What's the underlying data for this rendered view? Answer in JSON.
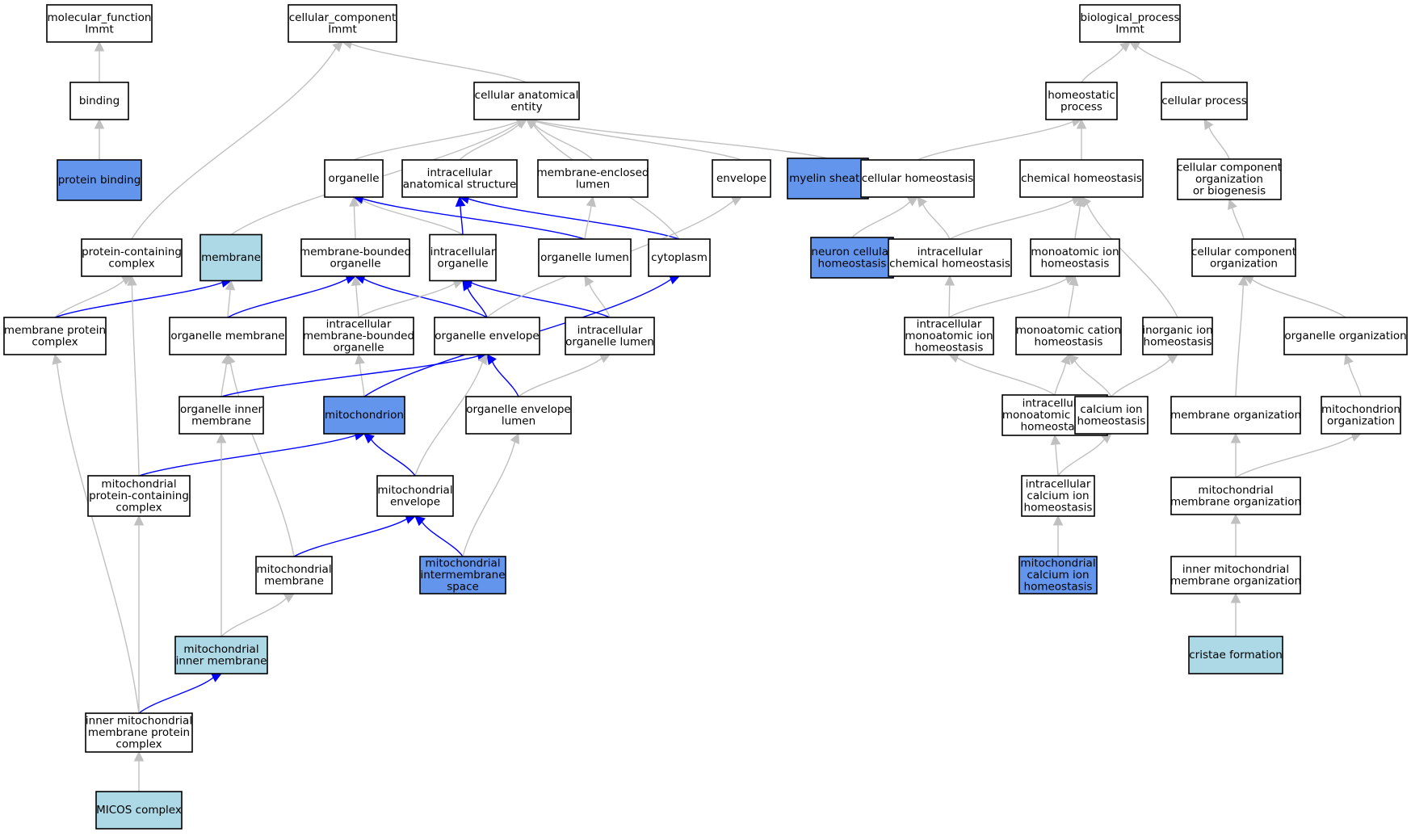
{
  "colors": {
    "white_node": "#ffffff",
    "light_blue_node": "#add8e6",
    "blue_node": "#6495ed",
    "gray_edge": "#c0c0c0",
    "blue_edge": "#0000ff"
  },
  "nodes": {
    "mf_root": {
      "lines": [
        "molecular_function",
        "Immt"
      ],
      "fill": "white"
    },
    "binding": {
      "lines": [
        "binding"
      ],
      "fill": "white"
    },
    "protein_binding": {
      "lines": [
        "protein binding"
      ],
      "fill": "blue"
    },
    "cc_root": {
      "lines": [
        "cellular_component",
        "Immt"
      ],
      "fill": "white"
    },
    "cae": {
      "lines": [
        "cellular anatomical",
        "entity"
      ],
      "fill": "white"
    },
    "organelle": {
      "lines": [
        "organelle"
      ],
      "fill": "white"
    },
    "ias": {
      "lines": [
        "intracellular",
        "anatomical structure"
      ],
      "fill": "white"
    },
    "mel": {
      "lines": [
        "membrane-enclosed",
        "lumen"
      ],
      "fill": "white"
    },
    "envelope": {
      "lines": [
        "envelope"
      ],
      "fill": "white"
    },
    "myelin": {
      "lines": [
        "myelin sheath"
      ],
      "fill": "blue"
    },
    "pcc": {
      "lines": [
        "protein-containing",
        "complex"
      ],
      "fill": "white"
    },
    "membrane": {
      "lines": [
        "membrane"
      ],
      "fill": "lightblue"
    },
    "mbo": {
      "lines": [
        "membrane-bounded",
        "organelle"
      ],
      "fill": "white"
    },
    "io": {
      "lines": [
        "intracellular",
        "organelle"
      ],
      "fill": "white"
    },
    "ol": {
      "lines": [
        "organelle lumen"
      ],
      "fill": "white"
    },
    "cytoplasm": {
      "lines": [
        "cytoplasm"
      ],
      "fill": "white"
    },
    "mpc": {
      "lines": [
        "membrane protein",
        "complex"
      ],
      "fill": "white"
    },
    "om": {
      "lines": [
        "organelle membrane"
      ],
      "fill": "white"
    },
    "imbo": {
      "lines": [
        "intracellular",
        "membrane-bounded",
        "organelle"
      ],
      "fill": "white"
    },
    "oe": {
      "lines": [
        "organelle envelope"
      ],
      "fill": "white"
    },
    "iol": {
      "lines": [
        "intracellular",
        "organelle lumen"
      ],
      "fill": "white"
    },
    "oim": {
      "lines": [
        "organelle inner",
        "membrane"
      ],
      "fill": "white"
    },
    "mito": {
      "lines": [
        "mitochondrion"
      ],
      "fill": "blue"
    },
    "oel": {
      "lines": [
        "organelle envelope",
        "lumen"
      ],
      "fill": "white"
    },
    "mpcc": {
      "lines": [
        "mitochondrial",
        "protein-containing",
        "complex"
      ],
      "fill": "white"
    },
    "menv": {
      "lines": [
        "mitochondrial",
        "envelope"
      ],
      "fill": "white"
    },
    "mmem": {
      "lines": [
        "mitochondrial",
        "membrane"
      ],
      "fill": "white"
    },
    "mis": {
      "lines": [
        "mitochondrial",
        "intermembrane",
        "space"
      ],
      "fill": "blue"
    },
    "mim": {
      "lines": [
        "mitochondrial",
        "inner membrane"
      ],
      "fill": "lightblue"
    },
    "impc": {
      "lines": [
        "inner mitochondrial",
        "membrane protein",
        "complex"
      ],
      "fill": "white"
    },
    "micos": {
      "lines": [
        "MICOS complex"
      ],
      "fill": "lightblue"
    },
    "bp_root": {
      "lines": [
        "biological_process",
        "Immt"
      ],
      "fill": "white"
    },
    "hp": {
      "lines": [
        "homeostatic",
        "process"
      ],
      "fill": "white"
    },
    "cp": {
      "lines": [
        "cellular process"
      ],
      "fill": "white"
    },
    "ch": {
      "lines": [
        "cellular homeostasis"
      ],
      "fill": "white"
    },
    "chemh": {
      "lines": [
        "chemical homeostasis"
      ],
      "fill": "white"
    },
    "ccob": {
      "lines": [
        "cellular component",
        "organization",
        "or biogenesis"
      ],
      "fill": "white"
    },
    "nch": {
      "lines": [
        "neuron cellular",
        "homeostasis"
      ],
      "fill": "blue"
    },
    "ich": {
      "lines": [
        "intracellular",
        "chemical homeostasis"
      ],
      "fill": "white"
    },
    "mih": {
      "lines": [
        "monoatomic ion",
        "homeostasis"
      ],
      "fill": "white"
    },
    "cco": {
      "lines": [
        "cellular component",
        "organization"
      ],
      "fill": "white"
    },
    "imih": {
      "lines": [
        "intracellular",
        "monoatomic ion",
        "homeostasis"
      ],
      "fill": "white"
    },
    "mch": {
      "lines": [
        "monoatomic cation",
        "homeostasis"
      ],
      "fill": "white"
    },
    "iih": {
      "lines": [
        "inorganic ion",
        "homeostasis"
      ],
      "fill": "white"
    },
    "oo": {
      "lines": [
        "organelle organization"
      ],
      "fill": "white"
    },
    "imch": {
      "lines": [
        "intracellular",
        "monoatomic cation",
        "homeostasis"
      ],
      "fill": "white"
    },
    "cih": {
      "lines": [
        "calcium ion",
        "homeostasis"
      ],
      "fill": "white"
    },
    "mo": {
      "lines": [
        "membrane organization"
      ],
      "fill": "white"
    },
    "mito_org": {
      "lines": [
        "mitochondrion",
        "organization"
      ],
      "fill": "white"
    },
    "icih": {
      "lines": [
        "intracellular",
        "calcium ion",
        "homeostasis"
      ],
      "fill": "white"
    },
    "mmo": {
      "lines": [
        "mitochondrial",
        "membrane organization"
      ],
      "fill": "white"
    },
    "mcih": {
      "lines": [
        "mitochondrial",
        "calcium ion",
        "homeostasis"
      ],
      "fill": "blue"
    },
    "immo": {
      "lines": [
        "inner mitochondrial",
        "membrane organization"
      ],
      "fill": "white"
    },
    "cf": {
      "lines": [
        "cristae formation"
      ],
      "fill": "lightblue"
    }
  },
  "edges": [
    {
      "from": "binding",
      "to": "mf_root",
      "color": "gray"
    },
    {
      "from": "protein_binding",
      "to": "binding",
      "color": "gray"
    },
    {
      "from": "cae",
      "to": "cc_root",
      "color": "gray"
    },
    {
      "from": "pcc",
      "to": "cc_root",
      "color": "gray"
    },
    {
      "from": "organelle",
      "to": "cae",
      "color": "gray"
    },
    {
      "from": "ias",
      "to": "cae",
      "color": "gray"
    },
    {
      "from": "mel",
      "to": "cae",
      "color": "gray"
    },
    {
      "from": "envelope",
      "to": "cae",
      "color": "gray"
    },
    {
      "from": "myelin",
      "to": "cae",
      "color": "gray"
    },
    {
      "from": "membrane",
      "to": "cae",
      "color": "gray"
    },
    {
      "from": "cytoplasm",
      "to": "cae",
      "color": "gray"
    },
    {
      "from": "mbo",
      "to": "organelle",
      "color": "gray"
    },
    {
      "from": "io",
      "to": "organelle",
      "color": "gray"
    },
    {
      "from": "ol",
      "to": "organelle",
      "color": "blue"
    },
    {
      "from": "io",
      "to": "ias",
      "color": "blue"
    },
    {
      "from": "cytoplasm",
      "to": "ias",
      "color": "blue"
    },
    {
      "from": "ol",
      "to": "mel",
      "color": "gray"
    },
    {
      "from": "mpc",
      "to": "pcc",
      "color": "gray"
    },
    {
      "from": "mpc",
      "to": "membrane",
      "color": "blue"
    },
    {
      "from": "om",
      "to": "membrane",
      "color": "gray"
    },
    {
      "from": "om",
      "to": "mbo",
      "color": "blue"
    },
    {
      "from": "imbo",
      "to": "mbo",
      "color": "gray"
    },
    {
      "from": "oe",
      "to": "mbo",
      "color": "blue"
    },
    {
      "from": "imbo",
      "to": "io",
      "color": "gray"
    },
    {
      "from": "oe",
      "to": "io",
      "color": "blue"
    },
    {
      "from": "iol",
      "to": "io",
      "color": "blue"
    },
    {
      "from": "iol",
      "to": "ol",
      "color": "gray"
    },
    {
      "from": "oe",
      "to": "envelope",
      "color": "gray"
    },
    {
      "from": "oim",
      "to": "om",
      "color": "gray"
    },
    {
      "from": "mmem",
      "to": "om",
      "color": "gray"
    },
    {
      "from": "mito",
      "to": "imbo",
      "color": "gray"
    },
    {
      "from": "oim",
      "to": "oe",
      "color": "blue"
    },
    {
      "from": "oel",
      "to": "oe",
      "color": "blue"
    },
    {
      "from": "menv",
      "to": "oe",
      "color": "gray"
    },
    {
      "from": "oel",
      "to": "iol",
      "color": "gray"
    },
    {
      "from": "mito",
      "to": "cytoplasm",
      "color": "blue"
    },
    {
      "from": "mpcc",
      "to": "mito",
      "color": "blue"
    },
    {
      "from": "menv",
      "to": "mito",
      "color": "blue"
    },
    {
      "from": "mpcc",
      "to": "pcc",
      "color": "gray"
    },
    {
      "from": "mmem",
      "to": "menv",
      "color": "blue"
    },
    {
      "from": "mis",
      "to": "menv",
      "color": "blue"
    },
    {
      "from": "mis",
      "to": "oel",
      "color": "gray"
    },
    {
      "from": "mim",
      "to": "oim",
      "color": "gray"
    },
    {
      "from": "mim",
      "to": "mmem",
      "color": "gray"
    },
    {
      "from": "impc",
      "to": "mim",
      "color": "blue"
    },
    {
      "from": "impc",
      "to": "mpcc",
      "color": "gray"
    },
    {
      "from": "impc",
      "to": "mpc",
      "color": "gray"
    },
    {
      "from": "micos",
      "to": "impc",
      "color": "gray"
    },
    {
      "from": "hp",
      "to": "bp_root",
      "color": "gray"
    },
    {
      "from": "cp",
      "to": "bp_root",
      "color": "gray"
    },
    {
      "from": "ch",
      "to": "hp",
      "color": "gray"
    },
    {
      "from": "chemh",
      "to": "hp",
      "color": "gray"
    },
    {
      "from": "ccob",
      "to": "cp",
      "color": "gray"
    },
    {
      "from": "nch",
      "to": "ch",
      "color": "gray"
    },
    {
      "from": "ich",
      "to": "ch",
      "color": "gray"
    },
    {
      "from": "ich",
      "to": "chemh",
      "color": "gray"
    },
    {
      "from": "mih",
      "to": "chemh",
      "color": "gray"
    },
    {
      "from": "iih",
      "to": "chemh",
      "color": "gray"
    },
    {
      "from": "cco",
      "to": "ccob",
      "color": "gray"
    },
    {
      "from": "imih",
      "to": "ich",
      "color": "gray"
    },
    {
      "from": "imih",
      "to": "mih",
      "color": "gray"
    },
    {
      "from": "mch",
      "to": "mih",
      "color": "gray"
    },
    {
      "from": "oo",
      "to": "cco",
      "color": "gray"
    },
    {
      "from": "mo",
      "to": "cco",
      "color": "gray"
    },
    {
      "from": "imch",
      "to": "imih",
      "color": "gray"
    },
    {
      "from": "imch",
      "to": "mch",
      "color": "gray"
    },
    {
      "from": "cih",
      "to": "mch",
      "color": "gray"
    },
    {
      "from": "cih",
      "to": "iih",
      "color": "gray"
    },
    {
      "from": "mito_org",
      "to": "oo",
      "color": "gray"
    },
    {
      "from": "icih",
      "to": "imch",
      "color": "gray"
    },
    {
      "from": "icih",
      "to": "cih",
      "color": "gray"
    },
    {
      "from": "mmo",
      "to": "mo",
      "color": "gray"
    },
    {
      "from": "mmo",
      "to": "mito_org",
      "color": "gray"
    },
    {
      "from": "mcih",
      "to": "icih",
      "color": "gray"
    },
    {
      "from": "immo",
      "to": "mmo",
      "color": "gray"
    },
    {
      "from": "cf",
      "to": "immo",
      "color": "gray"
    }
  ]
}
